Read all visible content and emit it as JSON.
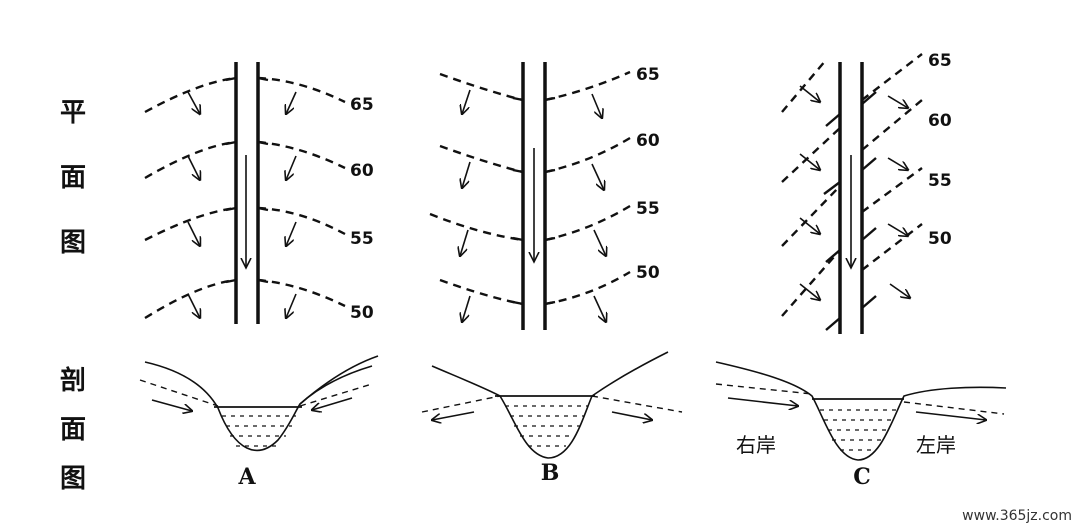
{
  "side_labels": {
    "plan_view": [
      "平",
      "面",
      "图"
    ],
    "cross_section": [
      "剖",
      "面",
      "图"
    ]
  },
  "panel_a": {
    "label": "A",
    "contours": [
      "65",
      "60",
      "55",
      "50"
    ]
  },
  "panel_b": {
    "label": "B",
    "contours": [
      "65",
      "60",
      "55",
      "50"
    ]
  },
  "panel_c": {
    "label": "C",
    "contours": [
      "65",
      "60",
      "55",
      "50"
    ],
    "right_bank": "右岸",
    "left_bank": "左岸"
  },
  "watermark": "www.365jz.com"
}
